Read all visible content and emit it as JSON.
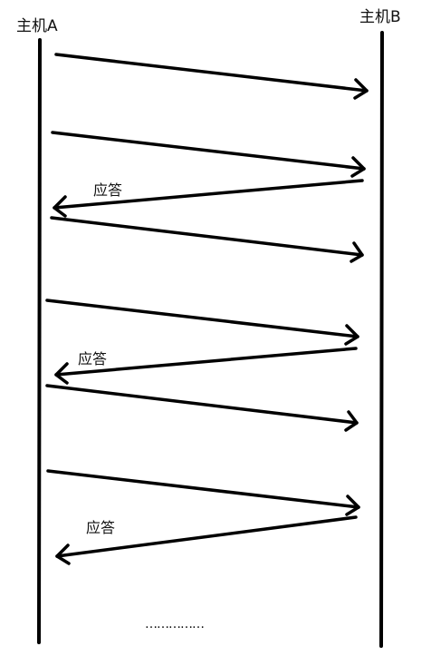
{
  "hosts": {
    "a": "主机A",
    "b": "主机B"
  },
  "ack_label": "应答",
  "ellipsis": "……………",
  "colors": {
    "stroke": "#000000",
    "background": "#ffffff"
  },
  "messages": [
    {
      "from": "A",
      "to": "B",
      "label": ""
    },
    {
      "from": "A",
      "to": "B",
      "label": ""
    },
    {
      "from": "B",
      "to": "A",
      "label": "应答"
    },
    {
      "from": "A",
      "to": "B",
      "label": ""
    },
    {
      "from": "A",
      "to": "B",
      "label": ""
    },
    {
      "from": "B",
      "to": "A",
      "label": "应答"
    },
    {
      "from": "A",
      "to": "B",
      "label": ""
    },
    {
      "from": "A",
      "to": "B",
      "label": ""
    },
    {
      "from": "B",
      "to": "A",
      "label": "应答"
    }
  ]
}
